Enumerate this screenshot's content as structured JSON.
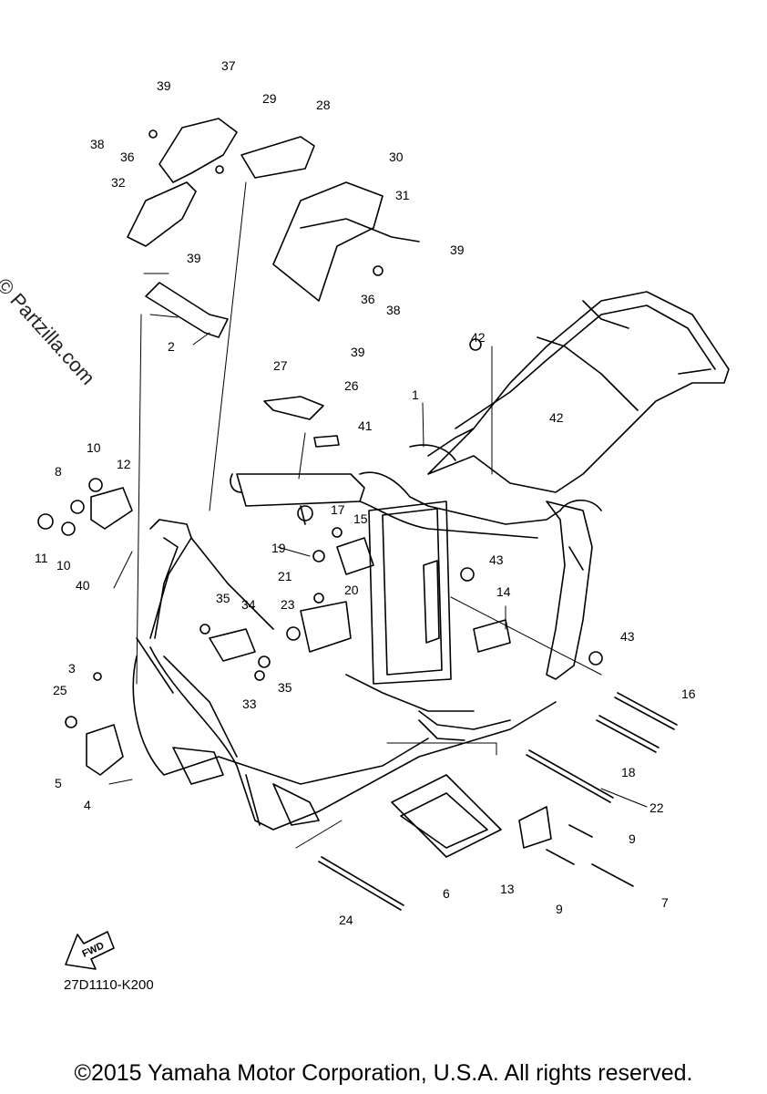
{
  "watermark": "© Partzilla.com",
  "diagram_code": "27D1110-K200",
  "copyright": "©2015 Yamaha Motor Corporation, U.S.A. All rights reserved.",
  "fwd_label": "FWD",
  "callouts": [
    "1",
    "2",
    "3",
    "4",
    "5",
    "6",
    "7",
    "8",
    "9",
    "9",
    "10",
    "10",
    "11",
    "12",
    "13",
    "14",
    "15",
    "16",
    "17",
    "18",
    "19",
    "20",
    "21",
    "22",
    "23",
    "24",
    "25",
    "26",
    "27",
    "28",
    "29",
    "30",
    "31",
    "32",
    "33",
    "34",
    "35",
    "35",
    "36",
    "36",
    "37",
    "38",
    "38",
    "39",
    "39",
    "39",
    "39",
    "40",
    "41",
    "42",
    "42",
    "43",
    "43"
  ]
}
